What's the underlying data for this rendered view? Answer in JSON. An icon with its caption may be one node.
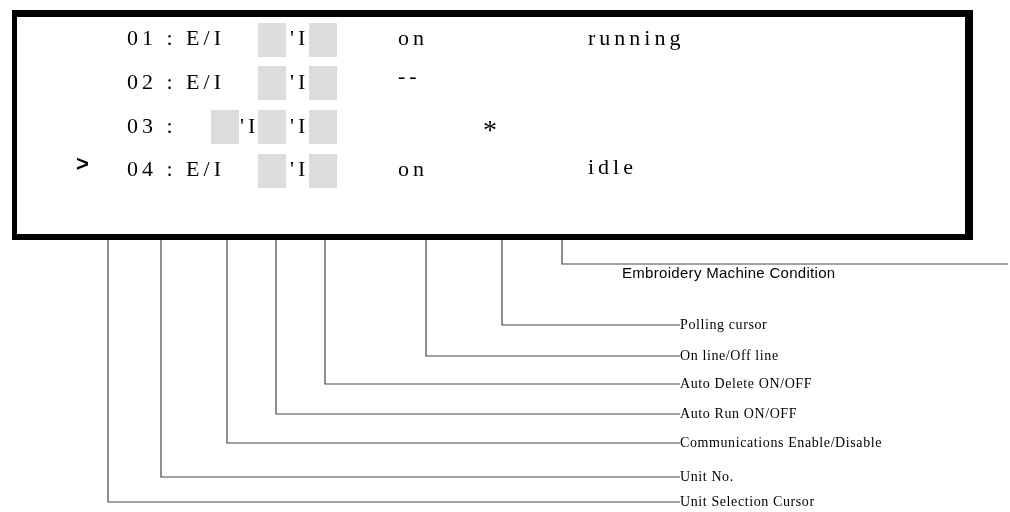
{
  "diagram": {
    "nodes": [
      {
        "text": [],
        "shape": "box"
      },
      {
        "text": [
          "Embroidery Machine Condition"
        ]
      },
      {
        "text": [
          "Polling cursor"
        ]
      },
      {
        "text": [
          "On line/Off line"
        ]
      },
      {
        "text": [
          "Auto Delete ON/OFF"
        ]
      },
      {
        "text": [
          "Auto Run ON/OFF"
        ]
      },
      {
        "text": [
          "Communications Enable/Disable"
        ]
      },
      {
        "text": [
          "Unit No."
        ]
      },
      {
        "text": [
          "Unit Selection Cursor"
        ]
      }
    ],
    "edges": [
      {
        "from": 1,
        "to": 0,
        "arrow": "none"
      },
      {
        "from": 2,
        "to": 0,
        "arrow": "none"
      },
      {
        "from": 3,
        "to": 0,
        "arrow": "none"
      },
      {
        "from": 4,
        "to": 0,
        "arrow": "none"
      },
      {
        "from": 5,
        "to": 0,
        "arrow": "none"
      },
      {
        "from": 6,
        "to": 0,
        "arrow": "none"
      },
      {
        "from": 7,
        "to": 0,
        "arrow": "none"
      },
      {
        "from": 8,
        "to": 0,
        "arrow": "none"
      }
    ],
    "labels": [
      "01 : E/I",
      "'I",
      "on",
      "running",
      "02 : E/I",
      "'I",
      "--",
      "03 :",
      "'I",
      "'I",
      "*",
      ">",
      "04 : E/I",
      "'I",
      "on",
      "idle"
    ]
  }
}
